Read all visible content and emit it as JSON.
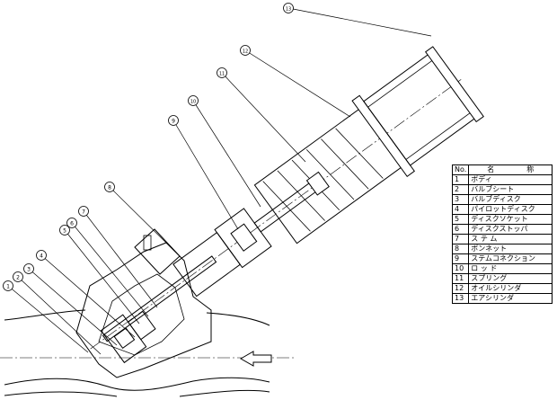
{
  "table": {
    "header_no": "No.",
    "header_name_left": "名",
    "header_name_right": "称",
    "rows": [
      {
        "no": "1",
        "name": "ボディ"
      },
      {
        "no": "2",
        "name": "バルブシート"
      },
      {
        "no": "3",
        "name": "バルブディスク"
      },
      {
        "no": "4",
        "name": "パイロットディスク"
      },
      {
        "no": "5",
        "name": "ディスクソケット"
      },
      {
        "no": "6",
        "name": "ディスクストッパ"
      },
      {
        "no": "7",
        "name": "ス テ ム"
      },
      {
        "no": "8",
        "name": "ボンネット"
      },
      {
        "no": "9",
        "name": "ステムコネクション"
      },
      {
        "no": "10",
        "name": "ロ ッ ド"
      },
      {
        "no": "11",
        "name": "スプリング"
      },
      {
        "no": "12",
        "name": "オイルシリンダ"
      },
      {
        "no": "13",
        "name": "エアシリンダ"
      }
    ]
  },
  "balloons": [
    "1",
    "2",
    "3",
    "4",
    "5",
    "6",
    "7",
    "8",
    "9",
    "10",
    "11",
    "12",
    "13"
  ]
}
